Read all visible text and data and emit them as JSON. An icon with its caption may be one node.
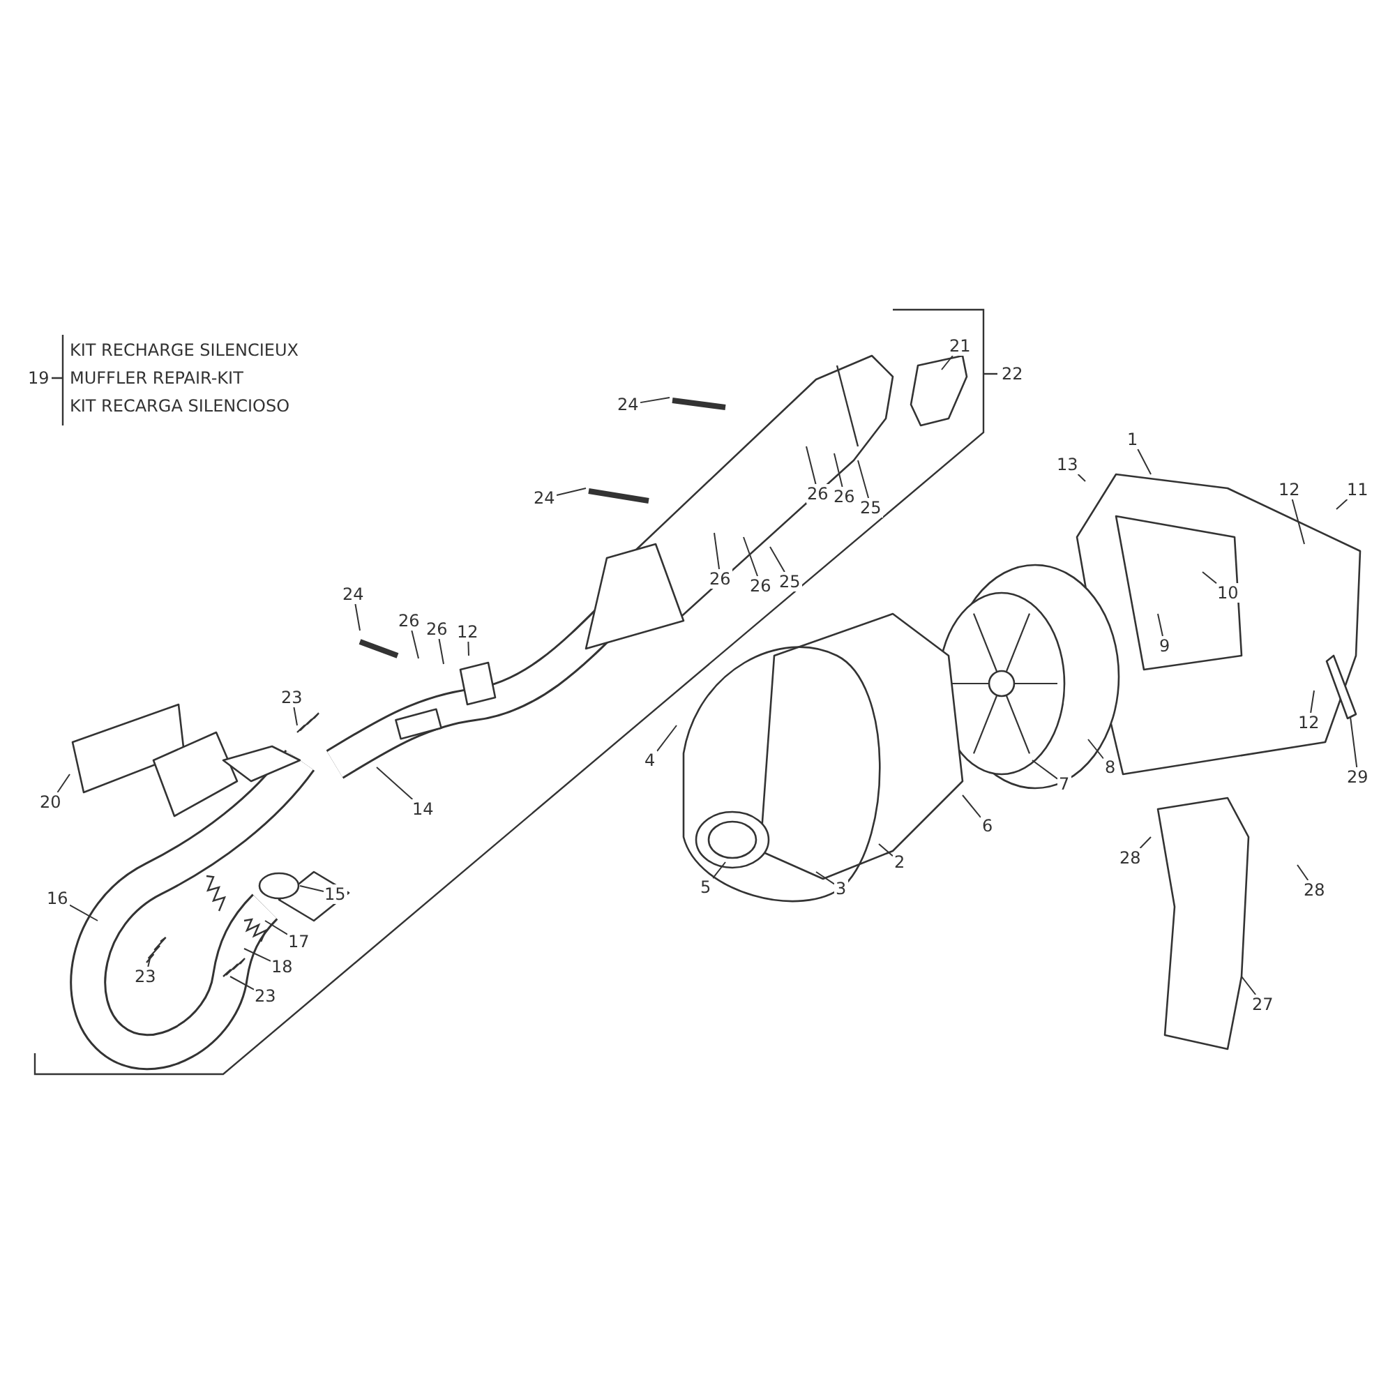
{
  "diagram": {
    "nodes": [
      {
        "text": [
          "21"
        ]
      },
      {
        "text": [
          "24"
        ]
      },
      {
        "text": [
          "13"
        ]
      },
      {
        "text": [
          "1"
        ]
      },
      {
        "text": [
          "12"
        ]
      },
      {
        "text": [
          "11"
        ]
      },
      {
        "text": [
          "26"
        ]
      },
      {
        "text": [
          "26"
        ]
      },
      {
        "text": [
          "24"
        ]
      },
      {
        "text": [
          "25"
        ]
      },
      {
        "text": [
          "26"
        ]
      },
      {
        "text": [
          "26"
        ]
      },
      {
        "text": [
          "25"
        ]
      },
      {
        "text": [
          "24"
        ]
      },
      {
        "text": [
          "10"
        ]
      },
      {
        "text": [
          "26"
        ]
      },
      {
        "text": [
          "26"
        ]
      },
      {
        "text": [
          "12"
        ]
      },
      {
        "text": [
          "9"
        ]
      },
      {
        "text": [
          "23"
        ]
      },
      {
        "text": [
          "12"
        ]
      },
      {
        "text": [
          "4"
        ]
      },
      {
        "text": [
          "7"
        ]
      },
      {
        "text": [
          "8"
        ]
      },
      {
        "text": [
          "29"
        ]
      },
      {
        "text": [
          "20"
        ]
      },
      {
        "text": [
          "14"
        ]
      },
      {
        "text": [
          "6"
        ]
      },
      {
        "text": [
          "28"
        ]
      },
      {
        "text": [
          "2"
        ]
      },
      {
        "text": [
          "5"
        ]
      },
      {
        "text": [
          "3"
        ]
      },
      {
        "text": [
          "28"
        ]
      },
      {
        "text": [
          "15"
        ]
      },
      {
        "text": [
          "16"
        ]
      },
      {
        "text": [
          "17"
        ]
      },
      {
        "text": [
          "18"
        ]
      },
      {
        "text": [
          "23"
        ]
      },
      {
        "text": [
          "23"
        ]
      },
      {
        "text": [
          "27"
        ]
      }
    ],
    "edges": [
      {
        "from": 0,
        "to": null,
        "arrow": "none"
      },
      {
        "from": 1,
        "to": null,
        "arrow": "none"
      },
      {
        "from": 2,
        "to": null,
        "arrow": "none"
      },
      {
        "from": 3,
        "to": null,
        "arrow": "none"
      },
      {
        "from": 4,
        "to": null,
        "arrow": "none"
      },
      {
        "from": 5,
        "to": null,
        "arrow": "none"
      },
      {
        "from": 6,
        "to": null,
        "arrow": "none"
      },
      {
        "from": 7,
        "to": null,
        "arrow": "none"
      },
      {
        "from": 8,
        "to": null,
        "arrow": "none"
      },
      {
        "from": 9,
        "to": null,
        "arrow": "none"
      },
      {
        "from": 10,
        "to": null,
        "arrow": "none"
      },
      {
        "from": 11,
        "to": null,
        "arrow": "none"
      },
      {
        "from": 12,
        "to": null,
        "arrow": "none"
      },
      {
        "from": 13,
        "to": null,
        "arrow": "none"
      },
      {
        "from": 14,
        "to": null,
        "arrow": "none"
      },
      {
        "from": 15,
        "to": null,
        "arrow": "none"
      },
      {
        "from": 16,
        "to": null,
        "arrow": "none"
      },
      {
        "from": 17,
        "to": null,
        "arrow": "none"
      },
      {
        "from": 18,
        "to": null,
        "arrow": "none"
      },
      {
        "from": 19,
        "to": null,
        "arrow": "none"
      },
      {
        "from": 20,
        "to": null,
        "arrow": "none"
      },
      {
        "from": 21,
        "to": null,
        "arrow": "none"
      },
      {
        "from": 22,
        "to": null,
        "arrow": "none"
      },
      {
        "from": 23,
        "to": null,
        "arrow": "none"
      },
      {
        "from": 24,
        "to": null,
        "arrow": "none"
      },
      {
        "from": 25,
        "to": null,
        "arrow": "none"
      },
      {
        "from": 26,
        "to": null,
        "arrow": "none"
      },
      {
        "from": 27,
        "to": null,
        "arrow": "none"
      },
      {
        "from": 28,
        "to": null,
        "arrow": "none"
      },
      {
        "from": 29,
        "to": null,
        "arrow": "none"
      },
      {
        "from": 30,
        "to": null,
        "arrow": "none"
      },
      {
        "from": 31,
        "to": null,
        "arrow": "none"
      },
      {
        "from": 32,
        "to": null,
        "arrow": "none"
      },
      {
        "from": 33,
        "to": null,
        "arrow": "none"
      },
      {
        "from": 34,
        "to": null,
        "arrow": "none"
      },
      {
        "from": 35,
        "to": null,
        "arrow": "none"
      },
      {
        "from": 36,
        "to": null,
        "arrow": "none"
      },
      {
        "from": 37,
        "to": null,
        "arrow": "none"
      },
      {
        "from": 38,
        "to": null,
        "arrow": "none"
      },
      {
        "from": 39,
        "to": null,
        "arrow": "none"
      }
    ],
    "labels": [
      "19",
      "KIT RECHARGE SILENCIEUX",
      "MUFFLER REPAIR-KIT",
      "KIT RECARGA SILENCIOSO",
      "22"
    ]
  }
}
